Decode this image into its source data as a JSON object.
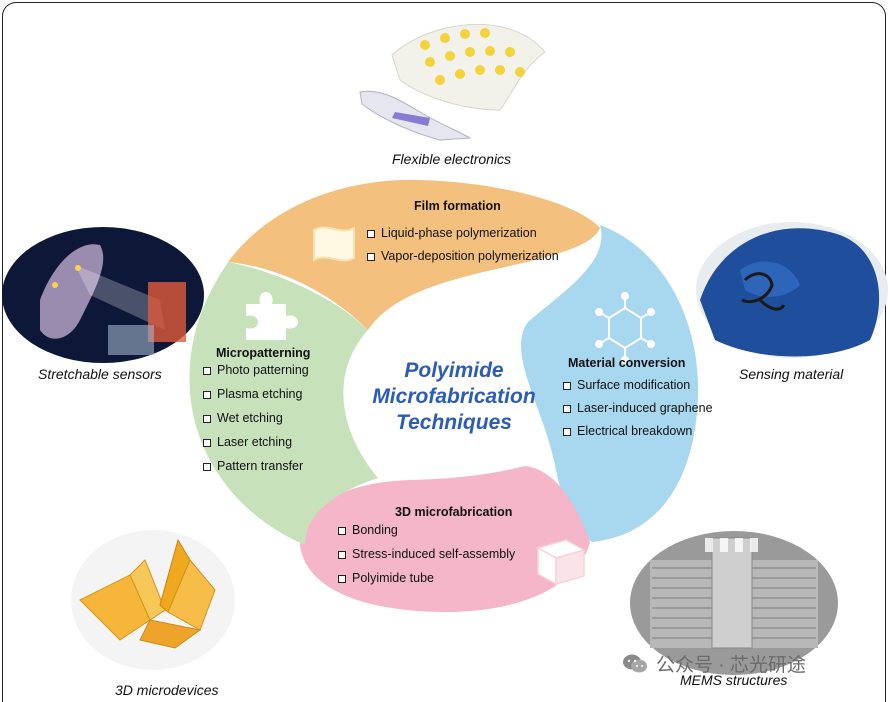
{
  "center": {
    "title_lines": [
      "Polyimide",
      "Microfabrication",
      "Techniques"
    ]
  },
  "petals": {
    "film_formation": {
      "title": "Film formation",
      "items": [
        "Liquid-phase polymerization",
        "Vapor-deposition polymerization"
      ],
      "color": "#f3c07e"
    },
    "material_conversion": {
      "title": "Material conversion",
      "items": [
        "Surface modification",
        "Laser-induced graphene",
        "Electrical breakdown"
      ],
      "color": "#a8d8f0"
    },
    "microfabrication_3d": {
      "title": "3D microfabrication",
      "items": [
        "Bonding",
        "Stress-induced self-assembly",
        "Polyimide tube"
      ],
      "color": "#f4b6c8"
    },
    "micropatterning": {
      "title": "Micropatterning",
      "items": [
        "Photo patterning",
        "Plasma etching",
        "Wet etching",
        "Laser etching",
        "Pattern transfer"
      ],
      "color": "#c7e1bb"
    }
  },
  "applications": {
    "flexible_electronics": "Flexible electronics",
    "stretchable_sensors": "Stretchable sensors",
    "sensing_material": "Sensing material",
    "microdevices_3d": "3D microdevices",
    "mems_structures": "MEMS structures"
  },
  "watermark": "公众号 · 芯光研途",
  "icons": [
    "film-sheet-icon",
    "molecule-icon",
    "cube-icon",
    "puzzle-piece-icon",
    "wechat-icon"
  ]
}
